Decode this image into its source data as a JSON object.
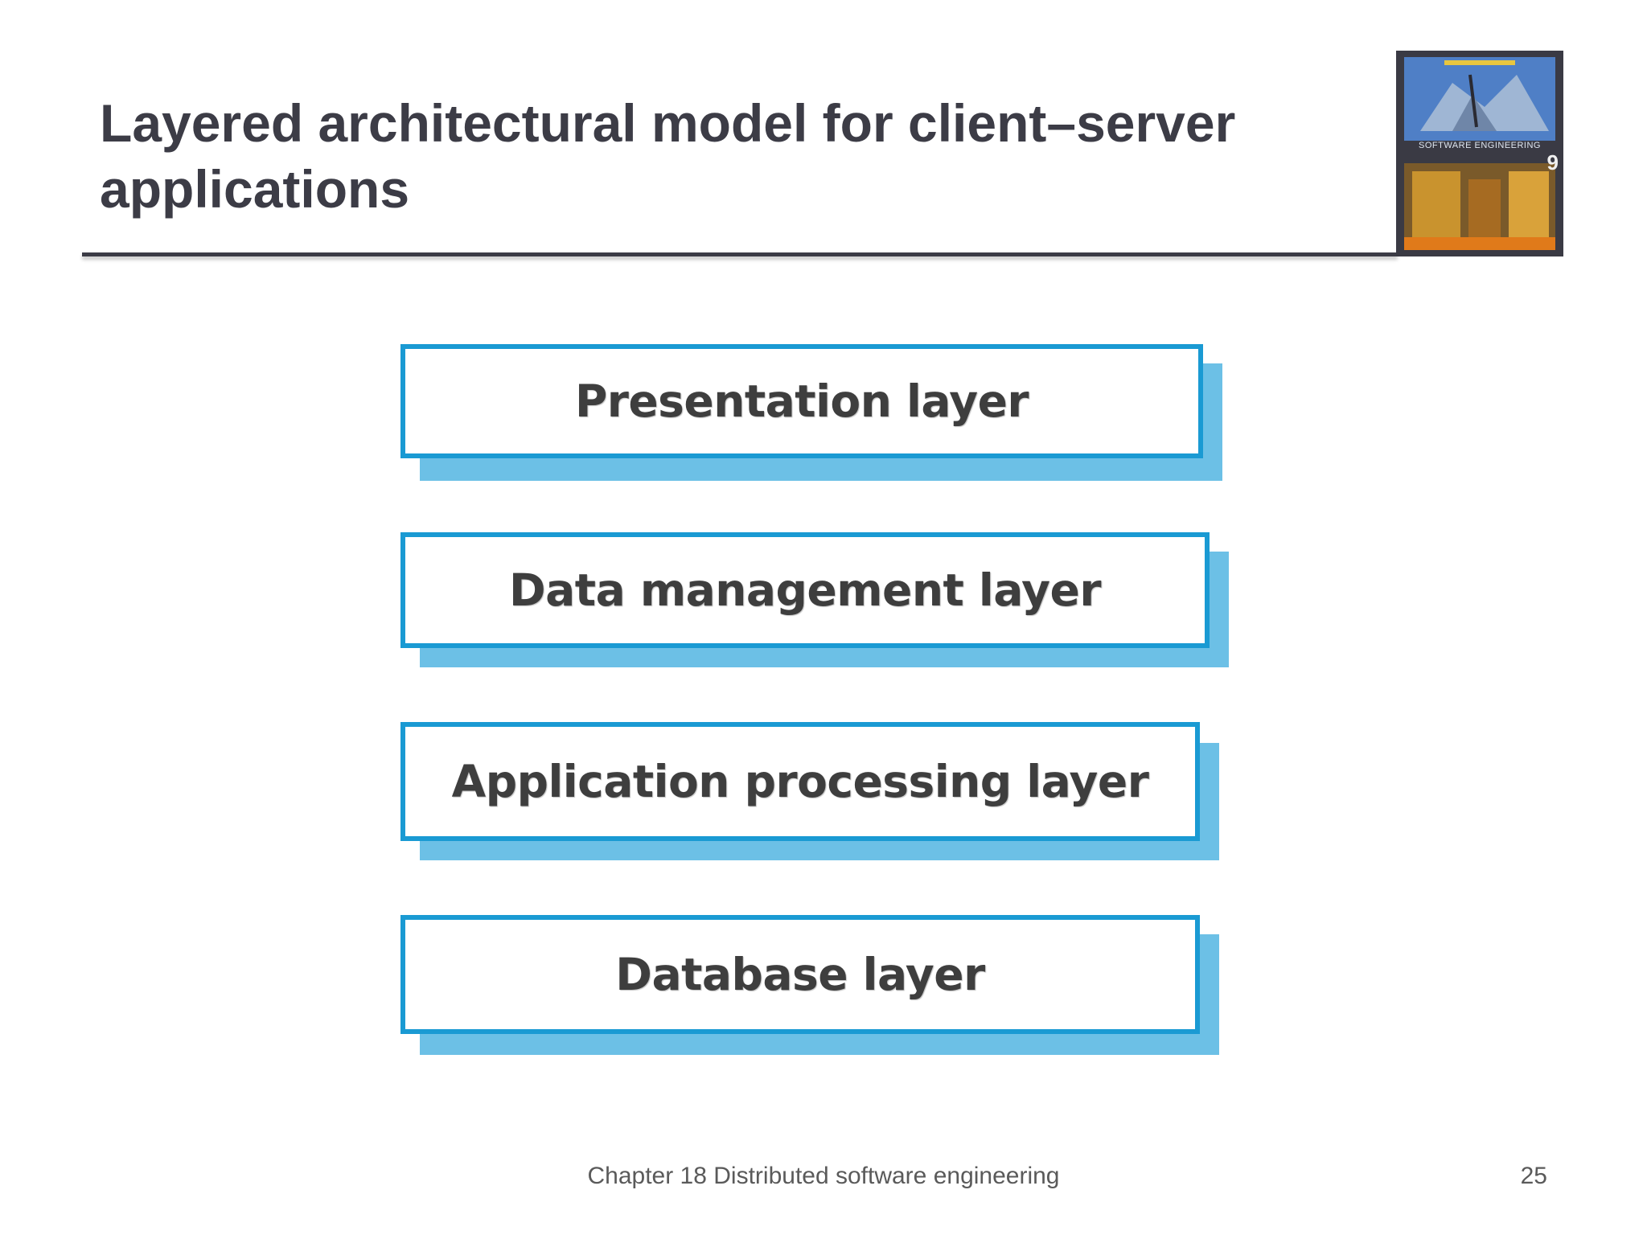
{
  "slide": {
    "title": "Layered architectural model for client–server applications",
    "footer": "Chapter 18 Distributed software engineering",
    "page_number": "25"
  },
  "book_cover": {
    "caption": "SOFTWARE ENGINEERING",
    "edition": "9"
  },
  "diagram": {
    "layers": [
      {
        "label": "Presentation layer"
      },
      {
        "label": "Data management layer"
      },
      {
        "label": "Application processing layer"
      },
      {
        "label": "Database layer"
      }
    ],
    "colors": {
      "border": "#1a9ad3",
      "shadow": "#6cc0e6",
      "text": "#3e3e3e"
    }
  }
}
